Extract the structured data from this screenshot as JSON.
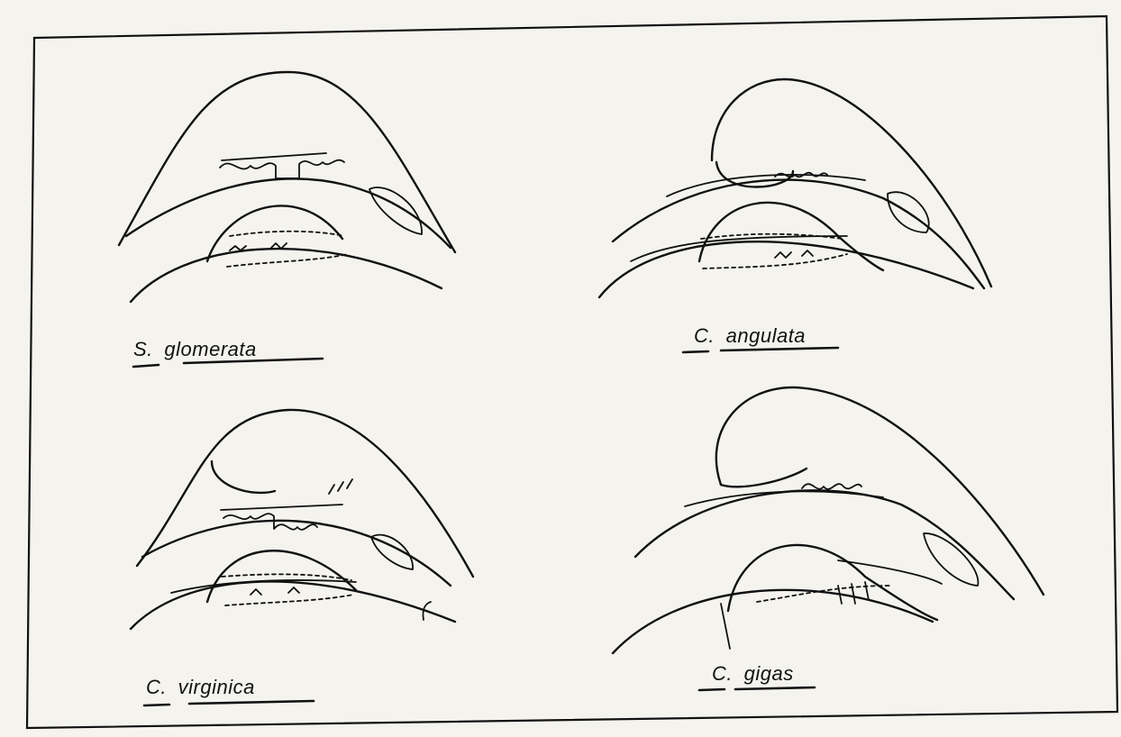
{
  "figure": {
    "panels": [
      {
        "id": "top-left",
        "genus": "S.",
        "species": "glomerata"
      },
      {
        "id": "top-right",
        "genus": "C.",
        "species": "angulata"
      },
      {
        "id": "bottom-left",
        "genus": "C.",
        "species": "virginica"
      },
      {
        "id": "bottom-right",
        "genus": "C.",
        "species": "gigas"
      }
    ]
  }
}
